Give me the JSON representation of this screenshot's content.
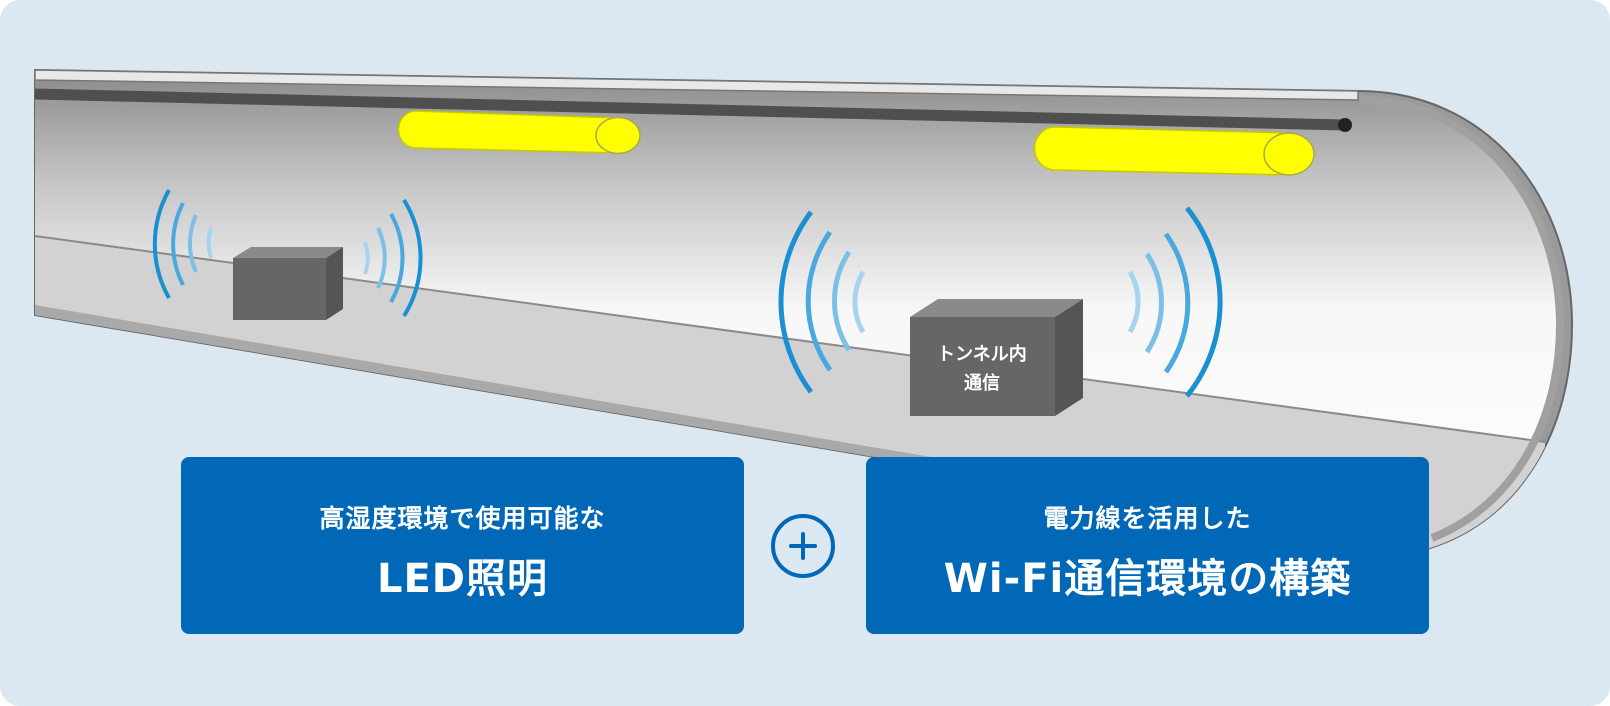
{
  "labels": {
    "comm_box": [
      "トンネル内",
      "通信"
    ]
  },
  "cards": {
    "left": {
      "subtitle": "高湿度環境で使用可能な",
      "title": "LED照明"
    },
    "right": {
      "subtitle": "電力線を活用した",
      "title": "Wi-Fi通信環境の構築"
    }
  },
  "connector": {
    "icon": "plus-icon"
  },
  "colors": {
    "background": "#dbe7f1",
    "card": "#0068b6",
    "light": "#ffff00",
    "wave_dark": "#1a8fd1",
    "wave_light": "#a6d4ef",
    "device": "#666666"
  }
}
